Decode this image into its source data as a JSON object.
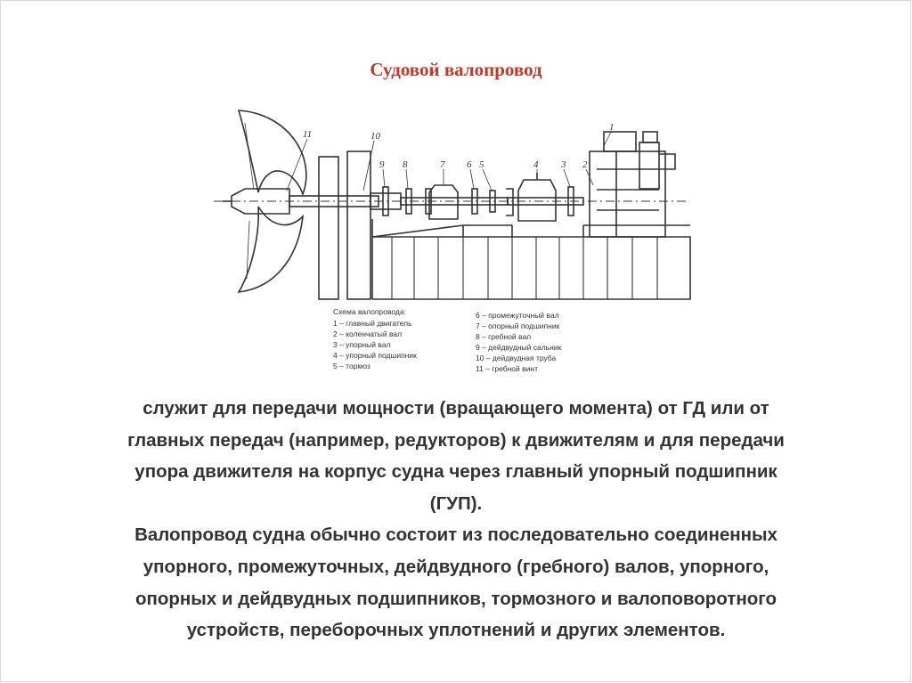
{
  "slide": {
    "title": "Судовой валопровод",
    "legend": {
      "heading": "Схема валопровода:",
      "left_items": [
        "1 – главный двигатель",
        "2 – коленчатый вал",
        "3 – упорный вал",
        "4 – упорный подшипник",
        "5 – тормоз"
      ],
      "right_items": [
        "6 – промежуточный вал",
        "7 – опорный подшипник",
        "8 – гребной вал",
        "9 – дейдвудный сальник",
        "10 – дейдвудная труба",
        "11 – гребной винт"
      ]
    },
    "callouts": [
      "11",
      "10",
      "9",
      "8",
      "7",
      "6",
      "5",
      "4",
      "3",
      "2",
      "1"
    ],
    "paragraph_1_lines": [
      "служит для передачи мощности (вращающего момента) от ГД или от",
      "главных передач (например, редукторов) к движителям и для передачи",
      "упора движителя на корпус судна через главный упорный подшипник",
      "(ГУП)."
    ],
    "paragraph_2_lines": [
      "Валопровод судна обычно состоит из последовательно соединенных",
      "упорного, промежуточных, дейдвудного (гребного) валов, упорного,",
      "опорных и дейдвудных подшипников, тормозного и валоповоротного",
      "устройств, переборочных уплотнений и других элементов."
    ]
  }
}
